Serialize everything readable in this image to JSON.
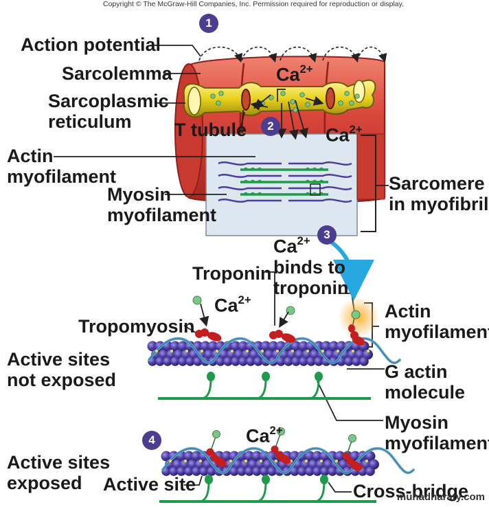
{
  "copyright": "Copyright © The McGraw-Hill Companies, Inc. Permission required for reproduction or display.",
  "steps": [
    "1",
    "2",
    "3",
    "4"
  ],
  "labels": {
    "action_potential": "Action potential",
    "sarcolemma": "Sarcolemma",
    "sarcoplasmic_reticulum": "Sarcoplasmic\nreticulum",
    "t_tubule": "T tubule",
    "ca_sr": "Ca",
    "ca_myofibril": "Ca",
    "ca_superscript": "2+",
    "actin_myofilament_top": "Actin\nmyofilament",
    "myosin_myofilament_top": "Myosin\nmyofilament",
    "sarcomere": "Sarcomere\nin myofibril",
    "ca_binds_prefix": "Ca",
    "ca_binds_rest": "binds to\ntroponin",
    "troponin": "Troponin",
    "ca_mid": "Ca",
    "tropomyosin": "Tropomyosin",
    "active_sites_not_exposed": "Active sites\nnot exposed",
    "actin_myofilament_mid": "Actin\nmyofilament",
    "g_actin": "G actin\nmolecule",
    "myosin_myofilament_mid": "Myosin\nmyofilament",
    "ca_bottom": "Ca",
    "active_sites_exposed": "Active sites\nexposed",
    "active_site": "Active site",
    "cross_bridge": "Cross-bridge"
  },
  "watermark": "muhadharaty.com",
  "colors": {
    "muscle": "#d9473b",
    "muscle_dark": "#8e1f1a",
    "sr_yellow": "#e8d21c",
    "calcium": "#78c886",
    "actin_bead": "#4b3d9e",
    "myosin": "#1f9a4a",
    "tropomyosin": "#5aa6cf",
    "troponin": "#c41e1e",
    "step_circle": "#4b3d8f",
    "arrow_blue": "#27a7df"
  }
}
